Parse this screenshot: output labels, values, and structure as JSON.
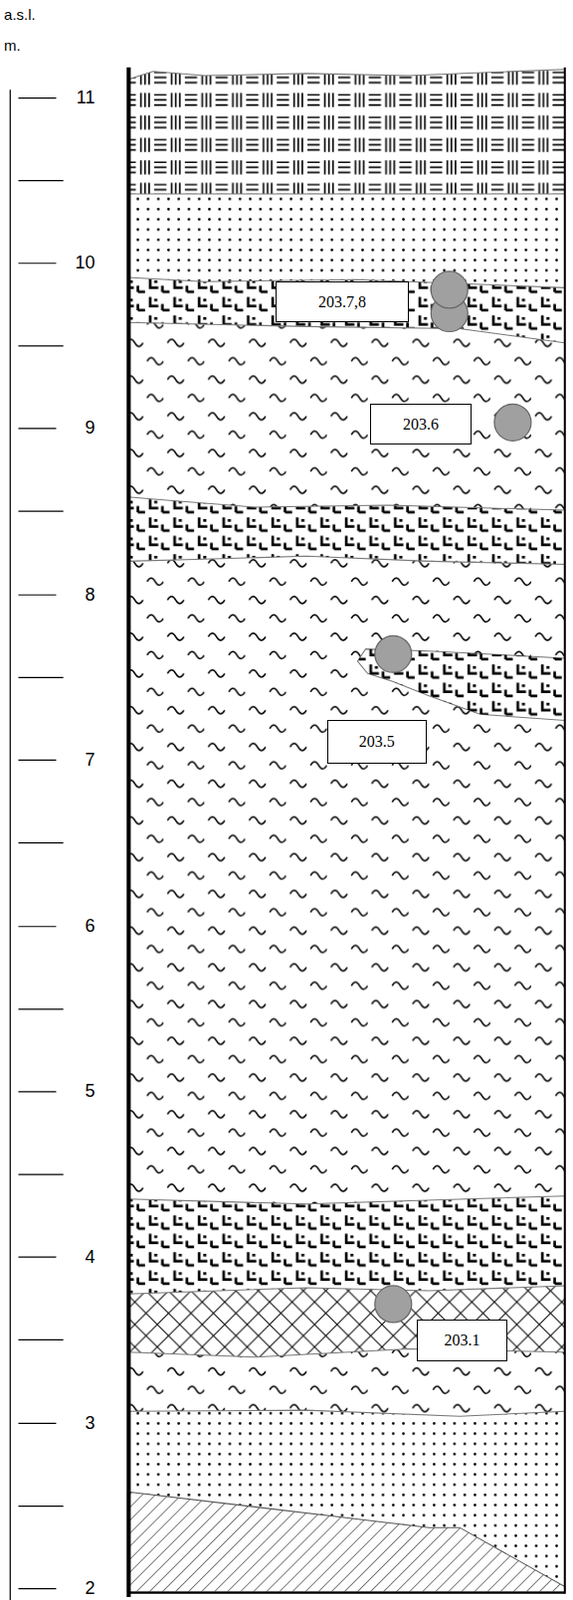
{
  "diagram": {
    "nodes": [
      {
        "text": [
          "203.7,8"
        ]
      },
      {
        "text": [
          "203.6"
        ]
      },
      {
        "text": [
          "203.5"
        ]
      },
      {
        "text": [
          "203.1"
        ]
      }
    ],
    "labels": [
      "a.s.l.",
      "m.",
      "11",
      "10",
      "9",
      "8",
      "7",
      "6",
      "5",
      "4",
      "3",
      "2"
    ]
  }
}
